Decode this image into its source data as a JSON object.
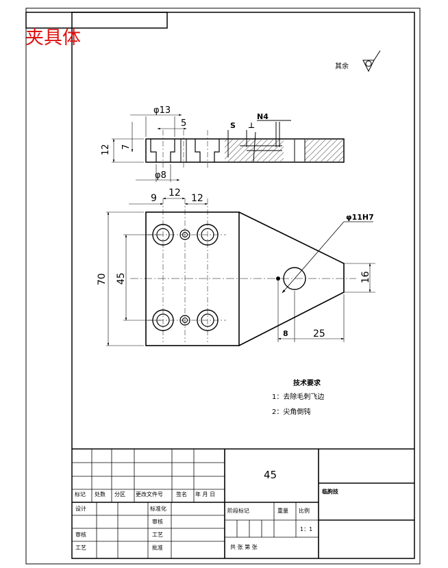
{
  "title_stamp": "夹具体",
  "surface_note": {
    "text": "其余"
  },
  "section_dims": {
    "d_top": "φ13",
    "d_bottom": "φ8",
    "h_total": "12",
    "h_counterbore": "7",
    "small_5": "5",
    "s_label": "S",
    "sym_label": "⊥",
    "n_label": "N4"
  },
  "plan_dims": {
    "dim_9": "9",
    "dim_12a": "12",
    "dim_12b": "12",
    "dim_70": "70",
    "dim_45": "45",
    "hole_callout": "φ11H7",
    "dim_16": "16",
    "dim_8": "8",
    "dim_25": "25"
  },
  "tech_req": {
    "heading": "技术要求",
    "item1": "1：去除毛刺飞边",
    "item2": "2：尖角倒钝"
  },
  "title_block": {
    "material": "45",
    "company": "临朐技",
    "row_labels": [
      "标记",
      "处数",
      "分区",
      "更改文件号",
      "签名",
      "年 月 日"
    ],
    "left_rows": [
      [
        "设计",
        "",
        "",
        "标准化"
      ],
      [
        "",
        "",
        "",
        "审核"
      ],
      [
        "审核",
        "",
        "",
        "工艺"
      ],
      [
        "工艺",
        "",
        "",
        "批准"
      ]
    ],
    "stage_header": [
      "阶段标记",
      "",
      "重量",
      "比例"
    ],
    "scale_value": "1：1",
    "sheet_text": "共    张    第    张"
  }
}
